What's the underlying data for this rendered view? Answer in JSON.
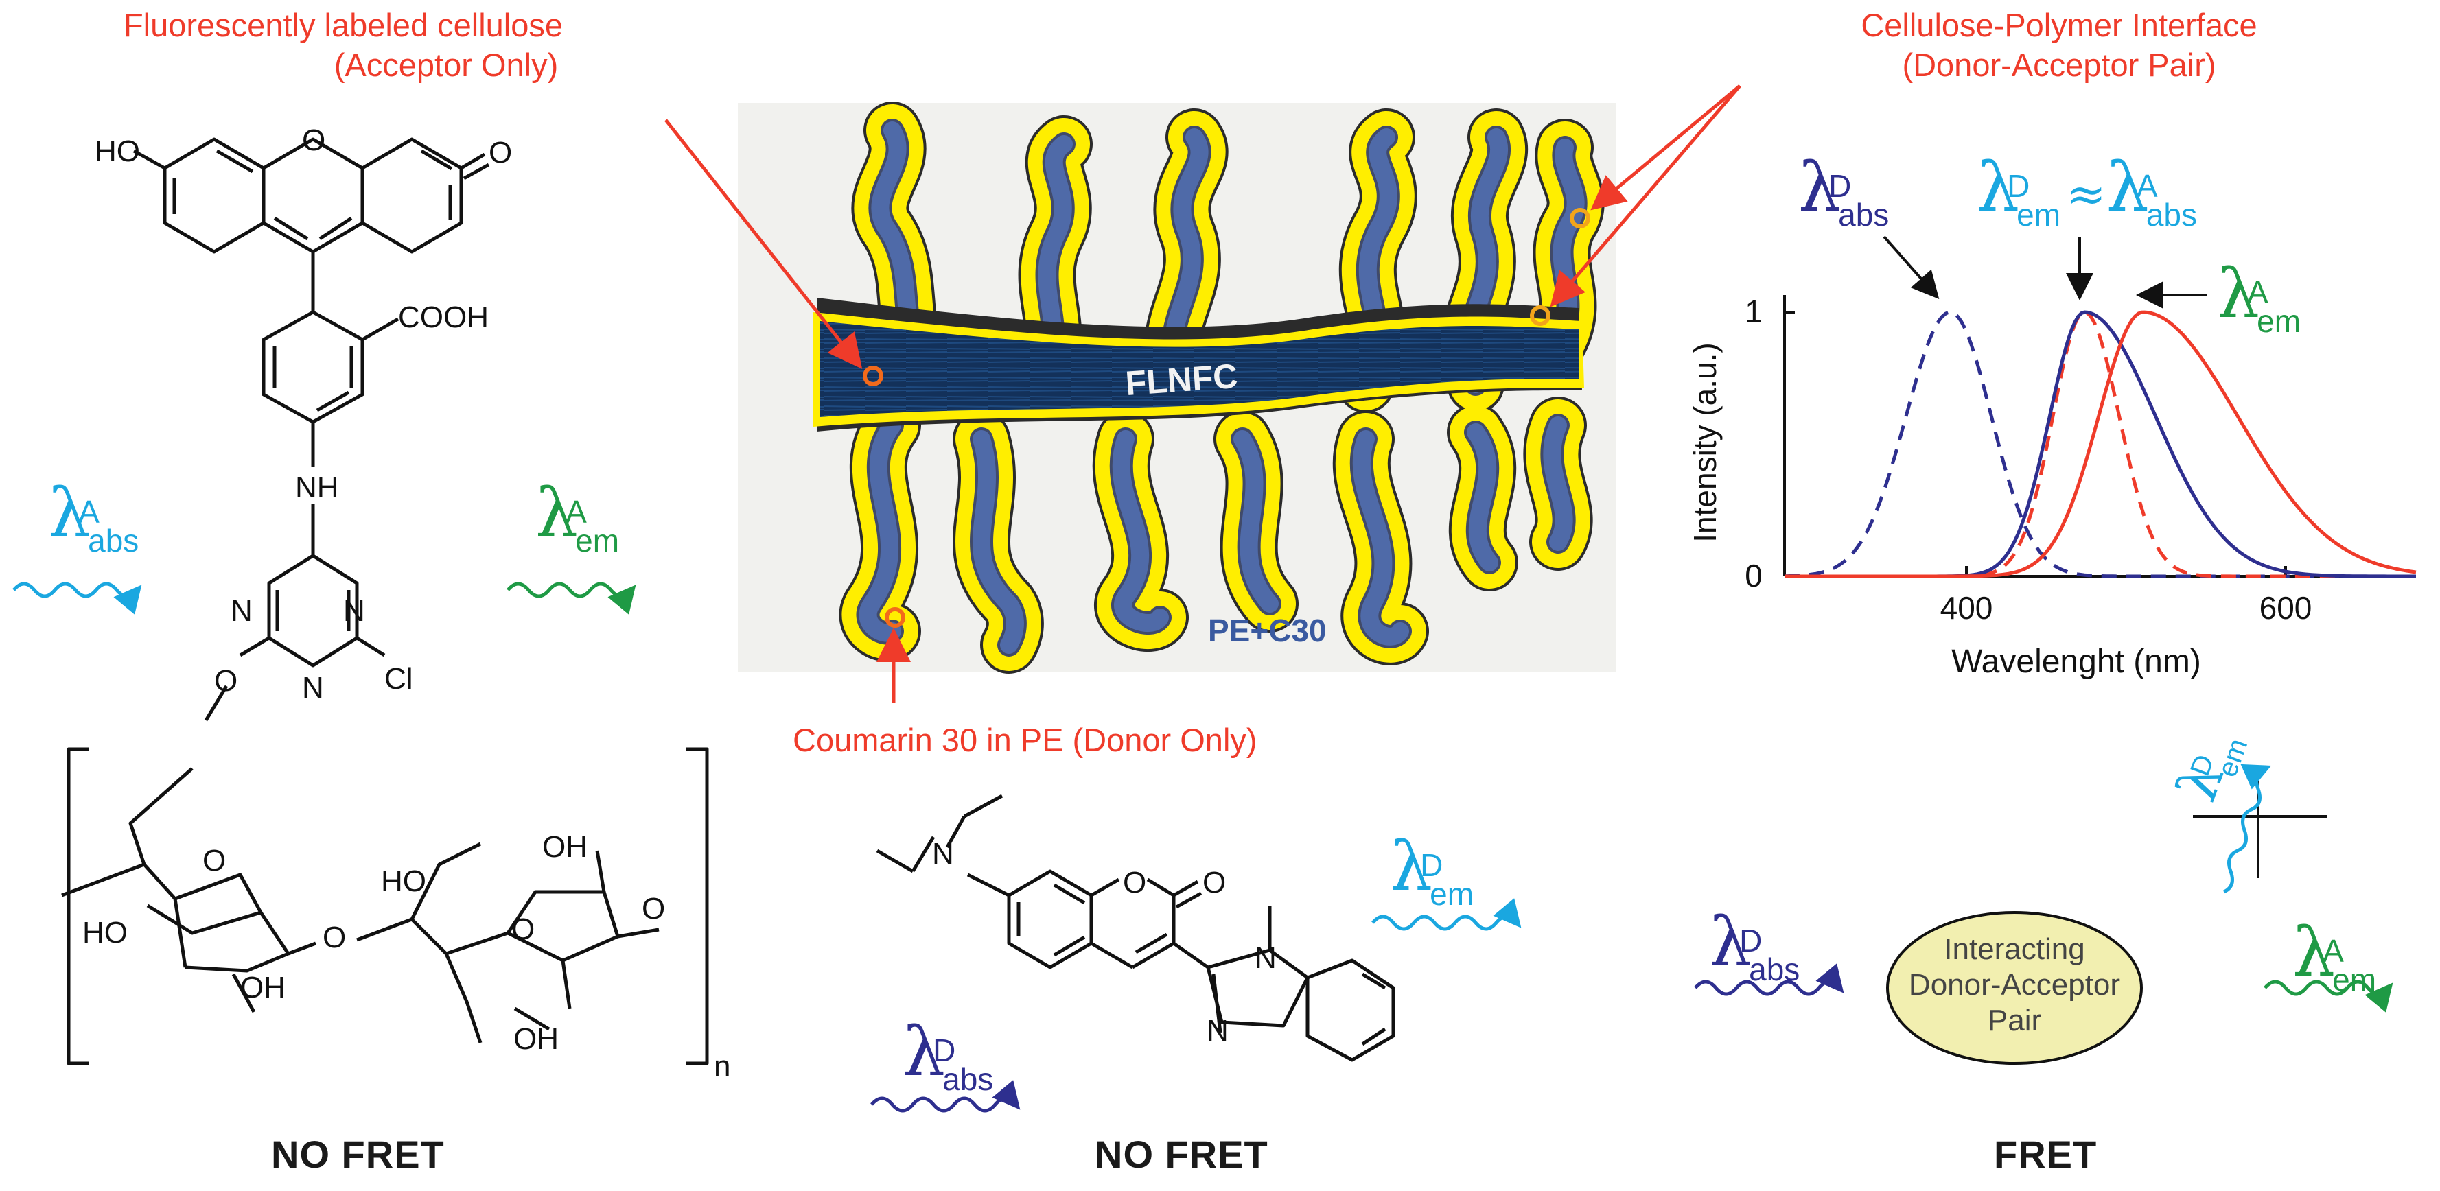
{
  "colors": {
    "red": "#ef3b2a",
    "cyan": "#1aa7e0",
    "green": "#1f9a45",
    "navy": "#2e2f8f",
    "yellow": "#ffee00",
    "fiber": "#123055",
    "pair_fill": "#f2efb0"
  },
  "labels": {
    "acceptor_title": "Fluorescently labeled cellulose",
    "acceptor_sub": "(Acceptor Only)",
    "interface_title": "Cellulose-Polymer Interface",
    "interface_sub": "(Donor-Acceptor Pair)",
    "coumarin": "Coumarin 30 in PE (Donor Only)",
    "flnfc": "FLNFC",
    "pe": "PE+C30"
  },
  "bottom": {
    "left": "NO FRET",
    "middle": "NO FRET",
    "right": "FRET"
  },
  "chem_left": {
    "ho": "HO",
    "o": "O",
    "cooh": "COOH",
    "nh": "NH",
    "n": "N",
    "cl": "Cl",
    "oh": "OH",
    "n_sub": "n"
  },
  "lambda": {
    "symbol": "λ",
    "A": "A",
    "D": "D",
    "abs": "abs",
    "em": "em",
    "approx": "≈"
  },
  "pair": {
    "line1": "Interacting",
    "line2": "Donor-Acceptor",
    "line3": "Pair"
  },
  "chart_data": {
    "type": "line",
    "xlabel": "Wavelenght (nm)",
    "ylabel": "Intensity (a.u.)",
    "xlim": [
      300,
      700
    ],
    "ylim": [
      0,
      1
    ],
    "x_ticks": [
      "400",
      "600"
    ],
    "y_ticks": [
      "0",
      "1"
    ],
    "series": [
      {
        "color": "#2e2f8f",
        "style": "dashed",
        "peak": 405,
        "sigma_left": 28,
        "sigma_right": 26,
        "amp": 1.0
      },
      {
        "color": "#ef3b2a",
        "style": "dashed",
        "peak": 490,
        "sigma_left": 20,
        "sigma_right": 22,
        "amp": 1.0
      },
      {
        "color": "#2e2f8f",
        "style": "solid",
        "peak": 490,
        "sigma_left": 22,
        "sigma_right": 45,
        "amp": 1.0
      },
      {
        "color": "#ef3b2a",
        "style": "solid",
        "peak": 527,
        "sigma_left": 28,
        "sigma_right": 60,
        "amp": 1.0
      }
    ]
  }
}
